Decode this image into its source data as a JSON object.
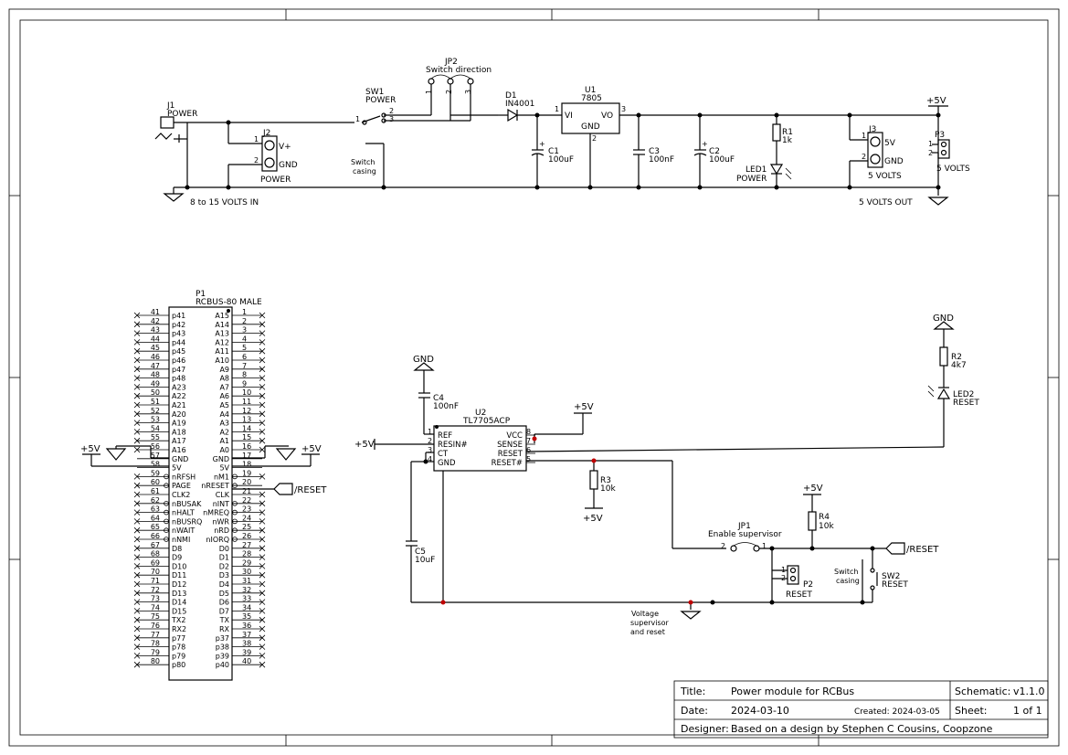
{
  "title_block": {
    "title_label": "Title:",
    "title": "Power module for RCBus",
    "schematic_label": "Schematic:",
    "schematic_version": "v1.1.0",
    "date_label": "Date:",
    "date": "2024-03-10",
    "created": "Created: 2024-03-05",
    "sheet_label": "Sheet:",
    "sheet": "1 of 1",
    "designer_label": "Designer:",
    "designer": "Based on a design by Stephen C Cousins, Coopzone"
  },
  "power_section": {
    "j1_ref": "J1",
    "j1_name": "POWER",
    "j2_ref": "J2",
    "j2_name": "POWER",
    "j2_pin1": "V+",
    "j2_pin2": "GND",
    "jp2_ref": "JP2",
    "jp2_name": "Switch direction",
    "sw1_ref": "SW1",
    "sw1_name": "POWER",
    "switch_casing": "Switch\ncasing",
    "d1_ref": "D1",
    "d1_val": "IN4001",
    "u1_ref": "U1",
    "u1_val": "7805",
    "u1_vi": "VI",
    "u1_vo": "VO",
    "u1_gnd": "GND",
    "c1_ref": "C1",
    "c1_val": "100uF",
    "c3_ref": "C3",
    "c3_val": "100nF",
    "c2_ref": "C2",
    "c2_val": "100uF",
    "r1_ref": "R1",
    "r1_val": "1k",
    "led1_ref": "LED1",
    "led1_name": "POWER",
    "j3_ref": "J3",
    "j3_name": "5 VOLTS",
    "j3_pin1": "5V",
    "j3_pin2": "GND",
    "p3_ref": "P3",
    "p3_name": "5 VOLTS",
    "vin_label": "8 to 15 VOLTS IN",
    "vout_label": "5 VOLTS OUT",
    "plus5v": "+5V"
  },
  "connector_p1": {
    "ref": "P1",
    "name": "RCBUS-80 MALE",
    "left_pins": [
      {
        "num": "41",
        "name": "p41"
      },
      {
        "num": "42",
        "name": "p42"
      },
      {
        "num": "43",
        "name": "p43"
      },
      {
        "num": "44",
        "name": "p44"
      },
      {
        "num": "45",
        "name": "p45"
      },
      {
        "num": "46",
        "name": "p46"
      },
      {
        "num": "47",
        "name": "p47"
      },
      {
        "num": "48",
        "name": "p48"
      },
      {
        "num": "49",
        "name": "A23"
      },
      {
        "num": "50",
        "name": "A22"
      },
      {
        "num": "51",
        "name": "A21"
      },
      {
        "num": "52",
        "name": "A20"
      },
      {
        "num": "53",
        "name": "A19"
      },
      {
        "num": "54",
        "name": "A18"
      },
      {
        "num": "55",
        "name": "A17"
      },
      {
        "num": "56",
        "name": "A16"
      },
      {
        "num": "57",
        "name": "GND"
      },
      {
        "num": "58",
        "name": "5V"
      },
      {
        "num": "59",
        "name": "nRFSH"
      },
      {
        "num": "60",
        "name": "PAGE"
      },
      {
        "num": "61",
        "name": "CLK2"
      },
      {
        "num": "62",
        "name": "nBUSAK"
      },
      {
        "num": "63",
        "name": "nHALT"
      },
      {
        "num": "64",
        "name": "nBUSRQ"
      },
      {
        "num": "65",
        "name": "nWAIT"
      },
      {
        "num": "66",
        "name": "nNMI"
      },
      {
        "num": "67",
        "name": "D8"
      },
      {
        "num": "68",
        "name": "D9"
      },
      {
        "num": "69",
        "name": "D10"
      },
      {
        "num": "70",
        "name": "D11"
      },
      {
        "num": "71",
        "name": "D12"
      },
      {
        "num": "72",
        "name": "D13"
      },
      {
        "num": "73",
        "name": "D14"
      },
      {
        "num": "74",
        "name": "D15"
      },
      {
        "num": "75",
        "name": "TX2"
      },
      {
        "num": "76",
        "name": "RX2"
      },
      {
        "num": "77",
        "name": "p77"
      },
      {
        "num": "78",
        "name": "p78"
      },
      {
        "num": "79",
        "name": "p79"
      },
      {
        "num": "80",
        "name": "p80"
      }
    ],
    "right_pins": [
      {
        "num": "1",
        "name": "A15"
      },
      {
        "num": "2",
        "name": "A14"
      },
      {
        "num": "3",
        "name": "A13"
      },
      {
        "num": "4",
        "name": "A12"
      },
      {
        "num": "5",
        "name": "A11"
      },
      {
        "num": "6",
        "name": "A10"
      },
      {
        "num": "7",
        "name": "A9"
      },
      {
        "num": "8",
        "name": "A8"
      },
      {
        "num": "9",
        "name": "A7"
      },
      {
        "num": "10",
        "name": "A6"
      },
      {
        "num": "11",
        "name": "A5"
      },
      {
        "num": "12",
        "name": "A4"
      },
      {
        "num": "13",
        "name": "A3"
      },
      {
        "num": "14",
        "name": "A2"
      },
      {
        "num": "15",
        "name": "A1"
      },
      {
        "num": "16",
        "name": "A0"
      },
      {
        "num": "17",
        "name": "GND"
      },
      {
        "num": "18",
        "name": "5V"
      },
      {
        "num": "19",
        "name": "nM1"
      },
      {
        "num": "20",
        "name": "nRESET"
      },
      {
        "num": "21",
        "name": "CLK"
      },
      {
        "num": "22",
        "name": "nINT"
      },
      {
        "num": "23",
        "name": "nMREQ"
      },
      {
        "num": "24",
        "name": "nWR"
      },
      {
        "num": "25",
        "name": "nRD"
      },
      {
        "num": "26",
        "name": "nIORQ"
      },
      {
        "num": "27",
        "name": "D0"
      },
      {
        "num": "28",
        "name": "D1"
      },
      {
        "num": "29",
        "name": "D2"
      },
      {
        "num": "30",
        "name": "D3"
      },
      {
        "num": "31",
        "name": "D4"
      },
      {
        "num": "32",
        "name": "D5"
      },
      {
        "num": "33",
        "name": "D6"
      },
      {
        "num": "34",
        "name": "D7"
      },
      {
        "num": "35",
        "name": "TX"
      },
      {
        "num": "36",
        "name": "RX"
      },
      {
        "num": "37",
        "name": "p37"
      },
      {
        "num": "38",
        "name": "p38"
      },
      {
        "num": "39",
        "name": "p39"
      },
      {
        "num": "40",
        "name": "p40"
      }
    ],
    "plus5v": "+5V",
    "reset_label": "/RESET"
  },
  "reset_section": {
    "gnd": "GND",
    "c4_ref": "C4",
    "c4_val": "100nF",
    "u2_ref": "U2",
    "u2_val": "TL7705ACP",
    "u2_pins_left": [
      {
        "num": "1",
        "name": "REF"
      },
      {
        "num": "2",
        "name": "RESIN#"
      },
      {
        "num": "3",
        "name": "CT"
      },
      {
        "num": "4",
        "name": "GND"
      }
    ],
    "u2_pins_right": [
      {
        "num": "8",
        "name": "VCC"
      },
      {
        "num": "7",
        "name": "SENSE"
      },
      {
        "num": "6",
        "name": "RESET"
      },
      {
        "num": "5",
        "name": "RESET#"
      }
    ],
    "plus5v": "+5V",
    "r3_ref": "R3",
    "r3_val": "10k",
    "c5_ref": "C5",
    "c5_val": "10uF",
    "r2_ref": "R2",
    "r2_val": "4k7",
    "led2_ref": "LED2",
    "led2_name": "RESET",
    "r4_ref": "R4",
    "r4_val": "10k",
    "jp1_ref": "JP1",
    "jp1_name": "Enable supervisor",
    "reset_label": "/RESET",
    "switch_casing": "Switch\ncasing",
    "sw2_ref": "SW2",
    "sw2_name": "RESET",
    "p2_ref": "P2",
    "p2_name": "RESET",
    "supervisor_label": "Voltage\nsupervisor\nand reset"
  }
}
